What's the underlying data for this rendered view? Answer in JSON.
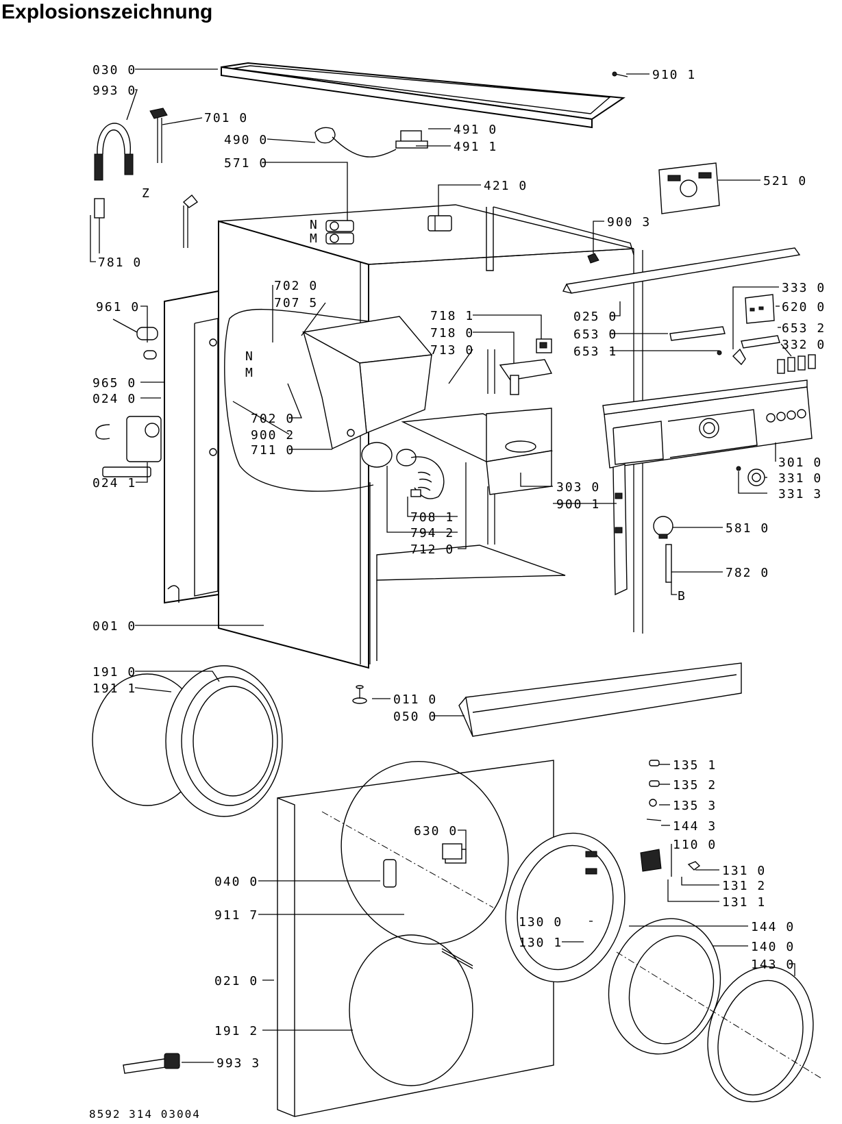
{
  "title": "Explosionszeichnung",
  "drawing_code": "8592 314 03004",
  "labels": [
    "030 0",
    "993 0",
    "701 0",
    "490 0",
    "491 0",
    "491 1",
    "571 0",
    "910 1",
    "521 0",
    "421 0",
    "900 3",
    "781 0",
    "702 0",
    "707 5",
    "961 0",
    "718 1",
    "718 0",
    "713 0",
    "025 0",
    "653 0",
    "653 1",
    "333 0",
    "620 0",
    "653 2",
    "332 0",
    "965 0",
    "024 0",
    "702 0",
    "900 2",
    "711 0",
    "301 0",
    "331 0",
    "331 3",
    "024 1",
    "303 0",
    "900 1",
    "708 1",
    "794 2",
    "712 0",
    "581 0",
    "782 0",
    "001 0",
    "191 0",
    "191 1",
    "011 0",
    "050 0",
    "135 1",
    "135 2",
    "135 3",
    "144 3",
    "110 0",
    "630 0",
    "131 0",
    "131 2",
    "131 1",
    "040 0",
    "911 7",
    "130 0",
    "144 0",
    "130 1",
    "140 0",
    "143 0",
    "021 0",
    "191 2",
    "993 3"
  ],
  "markers": [
    "Z",
    "N",
    "M",
    "N",
    "M",
    "B"
  ]
}
